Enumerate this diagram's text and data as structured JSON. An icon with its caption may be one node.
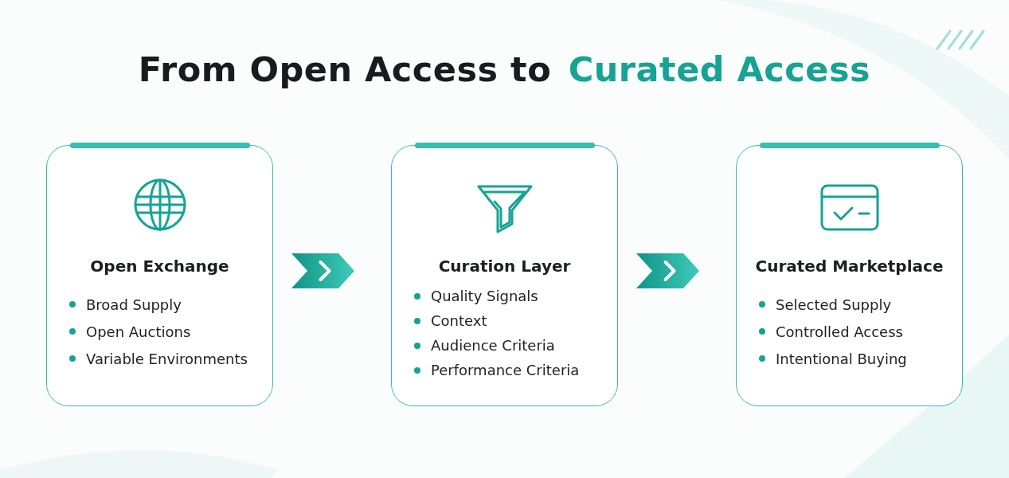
{
  "diagram": {
    "title": "From Open Access to *Curated Access*",
    "nodes": [
      {
        "text": [
          "Open Exchange",
          "Broad Supply",
          "Open Auctions",
          "Variable Environments"
        ]
      },
      {
        "text": [
          "Curation Layer",
          "Quality Signals",
          "Context",
          "Audience Criteria",
          "Performance Criteria"
        ]
      },
      {
        "text": [
          "Curated Marketplace",
          "Selected Supply",
          "Controlled Access",
          "Intentional Buying"
        ]
      }
    ],
    "edges": [
      {
        "from": 0,
        "to": 1,
        "arrow": "to"
      },
      {
        "from": 1,
        "to": 2,
        "arrow": "to"
      }
    ]
  }
}
